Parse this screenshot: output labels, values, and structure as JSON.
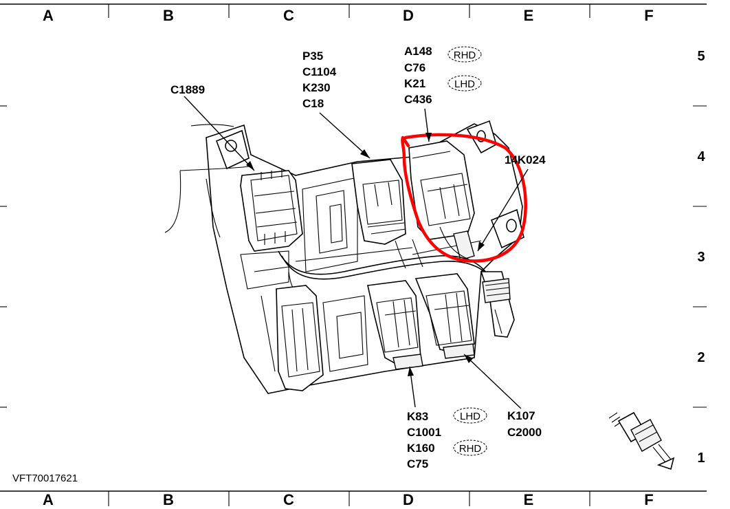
{
  "figure_id": "VFT70017621",
  "grid": {
    "columns": [
      "A",
      "B",
      "C",
      "D",
      "E",
      "F"
    ],
    "rows": [
      "5",
      "4",
      "3",
      "2",
      "1"
    ]
  },
  "callouts": {
    "c1889": [
      "C1889"
    ],
    "p35_group": [
      "P35",
      "C1104",
      "K230",
      "C18"
    ],
    "a148_group": [
      "A148",
      "C76",
      "K21",
      "C436"
    ],
    "k14k024": [
      "14K024"
    ],
    "k83_group": [
      "K83",
      "C1001",
      "K160",
      "C75"
    ],
    "k107_group": [
      "K107",
      "C2000"
    ]
  },
  "badges": {
    "rhd": "RHD",
    "lhd": "LHD"
  },
  "colors": {
    "highlight": "#ff0000",
    "line": "#000000"
  }
}
